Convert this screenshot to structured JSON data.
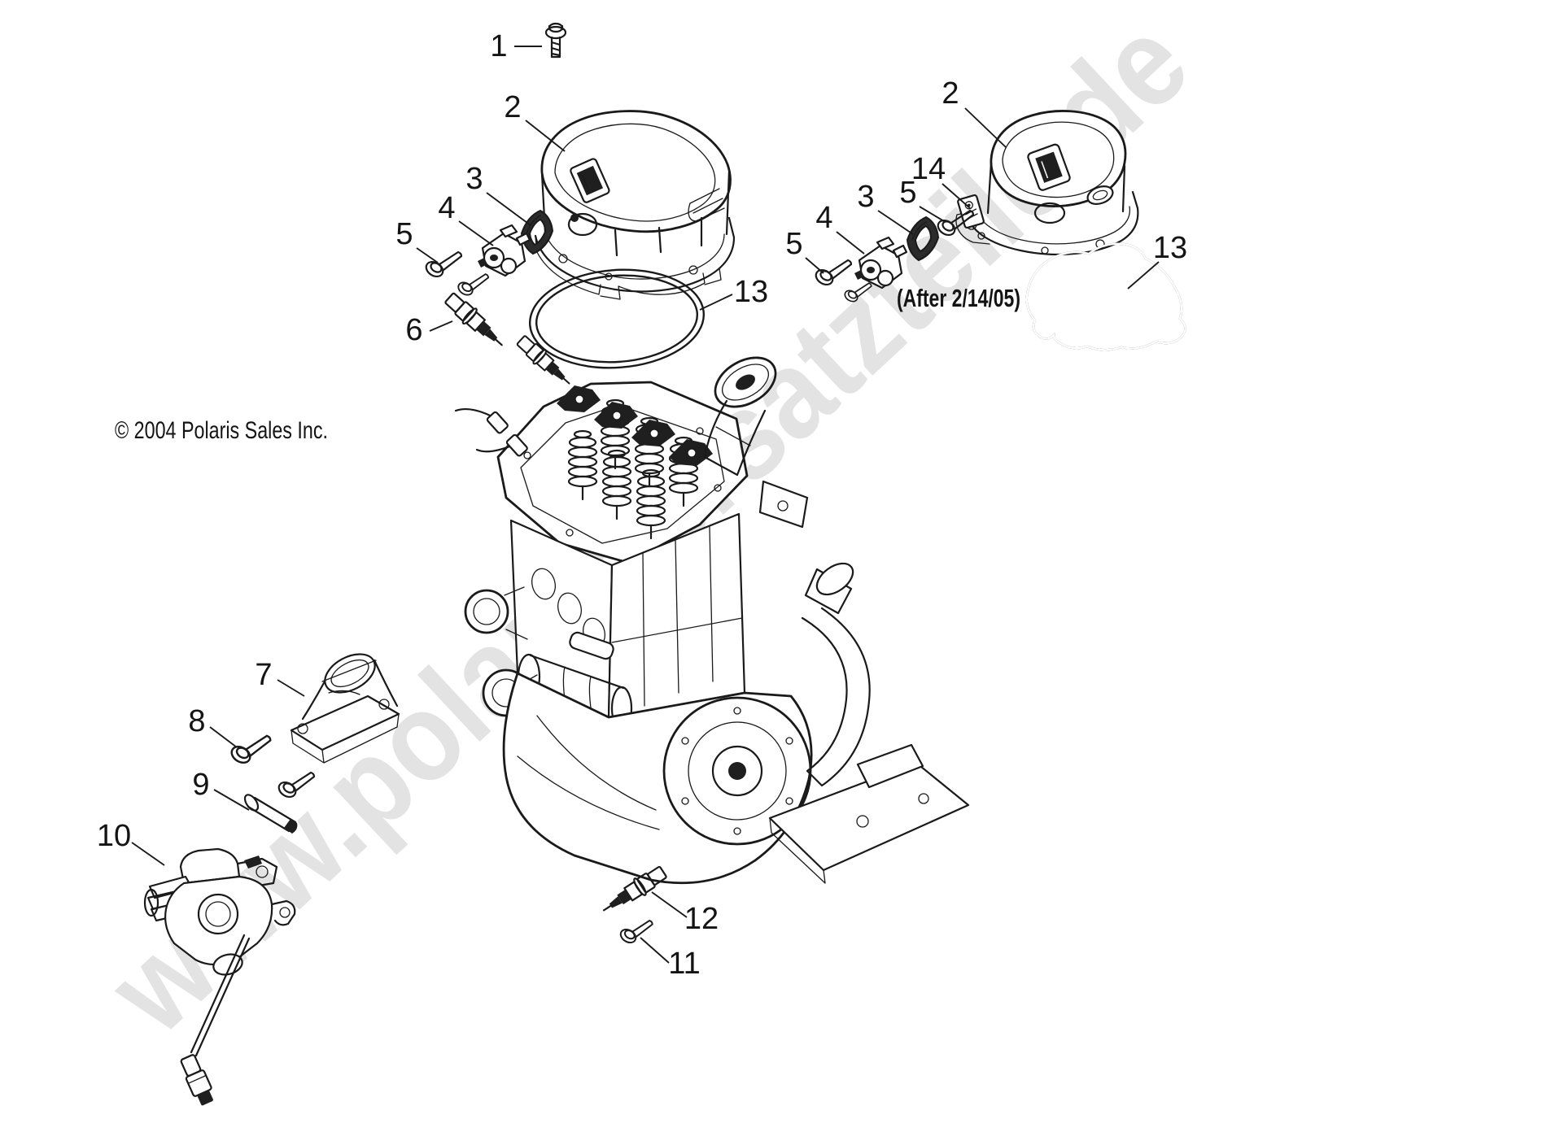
{
  "watermark": {
    "text": "www.polaris-ersatzteile.de",
    "color": "#e3e3e3",
    "angle_deg": -43
  },
  "copyright": "© 2004 Polaris Sales Inc.",
  "note": "(After 2/14/05)",
  "diagram": {
    "background": "#ffffff",
    "line_color": "#1a1a1a"
  },
  "callouts": [
    {
      "label": "1"
    },
    {
      "label": "2"
    },
    {
      "label": "3"
    },
    {
      "label": "4"
    },
    {
      "label": "5"
    },
    {
      "label": "6"
    },
    {
      "label": "13"
    },
    {
      "label": "2"
    },
    {
      "label": "14"
    },
    {
      "label": "5"
    },
    {
      "label": "3"
    },
    {
      "label": "4"
    },
    {
      "label": "5"
    },
    {
      "label": "13"
    },
    {
      "label": "7"
    },
    {
      "label": "8"
    },
    {
      "label": "9"
    },
    {
      "label": "10"
    },
    {
      "label": "12"
    },
    {
      "label": "11"
    }
  ]
}
